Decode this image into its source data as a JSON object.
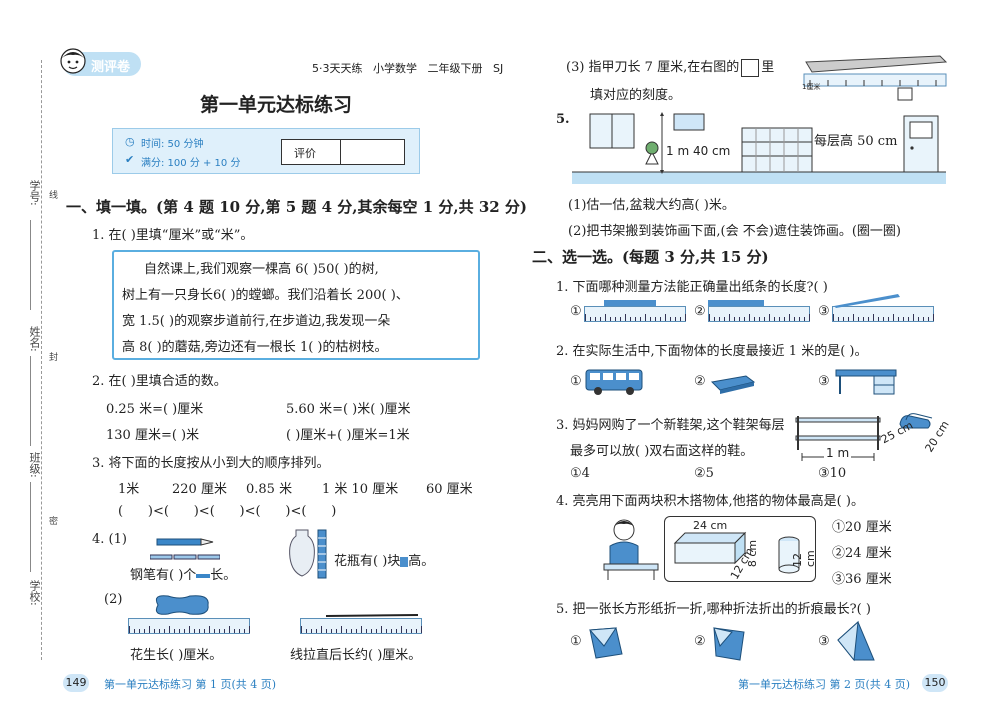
{
  "header": {
    "badge": "测评卷",
    "series": "5·3天天练   小学数学   二年级下册   SJ"
  },
  "sidebar": {
    "student_id": "学号:",
    "name": "姓名:",
    "class": "班级:",
    "school": "学校:",
    "line_a": "线",
    "line_b": "封",
    "line_c": "密"
  },
  "title": "第一单元达标练习",
  "info": {
    "time": "时间: 50 分钟",
    "score": "满分: 100 分 + 10 分",
    "eval_label": "评价"
  },
  "section1": {
    "heading": "一、填一填。(第 4 题 10 分,第 5 题 4 分,其余每空 1 分,共 32 分)",
    "q1": "1. 在(    )里填“厘米”或“米”。",
    "q1_story": [
      "自然课上,我们观察一棵高 6(    )50(    )的树,",
      "树上有一只身长6(    )的螳螂。我们沿着长 200(    )、",
      "宽 1.5(    )的观察步道前行,在步道边,我发现一朵",
      "高 8(    )的蘑菇,旁边还有一根长 1(    )的枯树枝。"
    ],
    "q2": "2. 在(    )里填合适的数。",
    "q2_rows": [
      [
        "0.25 米=(      )厘米",
        "5.60 米=(      )米(      )厘米"
      ],
      [
        "130 厘米=(      )米",
        "(      )厘米+(      )厘米=1米"
      ]
    ],
    "q3": "3. 将下面的长度按从小到大的顺序排列。",
    "q3_items": [
      "1米",
      "220 厘米",
      "0.85 米",
      "1 米 10 厘米",
      "60 厘米"
    ],
    "q3_sym": [
      "<",
      "<",
      "<",
      "<"
    ],
    "q4_label": "4. (1)",
    "q4_pen": "钢笔有(    )个",
    "q4_pen_end": "长。",
    "q4_vase": "花瓶有(    )块",
    "q4_vase_end": "高。",
    "q4_2": "(2)",
    "q4_peanut": "花生长(      )厘米。",
    "q4_thread": "线拉直后长约(      )厘米。"
  },
  "right": {
    "q4_3": "(3) 指甲刀长 7 厘米,在右图的",
    "q4_3_end": "里",
    "q4_3_b": "填对应的刻度。",
    "q5_label": "5.",
    "q5_shelf_label": "每层高 50 cm",
    "q5_wall": "1 m 40 cm",
    "q5_a": "(1)估一估,盆栽大约高(      )米。",
    "q5_b": "(2)把书架搬到装饰画下面,(会   不会)遮住装饰画。(圈一圈)",
    "section2": "二、选一选。(每题 3 分,共 15 分)",
    "s2q1": "1. 下面哪种测量方法能正确量出纸条的长度?(     )",
    "s2q2": "2. 在实际生活中,下面物体的长度最接近 1 米的是(      )。",
    "s2q3_a": "3. 妈妈网购了一个新鞋架,这个鞋架每层",
    "s2q3_b": "最多可以放(     )双右面这样的鞋。",
    "s2q3_opts": [
      "4",
      "5",
      "10"
    ],
    "s2q3_m": "1 m",
    "s2q3_c1": "25 cm",
    "s2q3_c2": "20 cm",
    "s2q4": "4. 亮亮用下面两块积木搭物体,他搭的物体最高是(      )。",
    "s2q4_dims": [
      "24 cm",
      "8 cm",
      "12 cm",
      "12 cm"
    ],
    "s2q4_opts": [
      "20 厘米",
      "24 厘米",
      "36 厘米"
    ],
    "s2q5": "5. 把一张长方形纸折一折,哪种折法折出的折痕最长?(     )",
    "ruler_label": "1厘米"
  },
  "footer": {
    "left_page": "149",
    "left_text": "第一单元达标练习    第 1 页(共 4 页)",
    "right_text": "第一单元达标练习    第 2 页(共 4 页)",
    "right_page": "150"
  },
  "option_marks": [
    "①",
    "②",
    "③"
  ],
  "colors": {
    "accent": "#2a7fc1",
    "panel": "#dff0fb",
    "story_border": "#5aaee0"
  }
}
